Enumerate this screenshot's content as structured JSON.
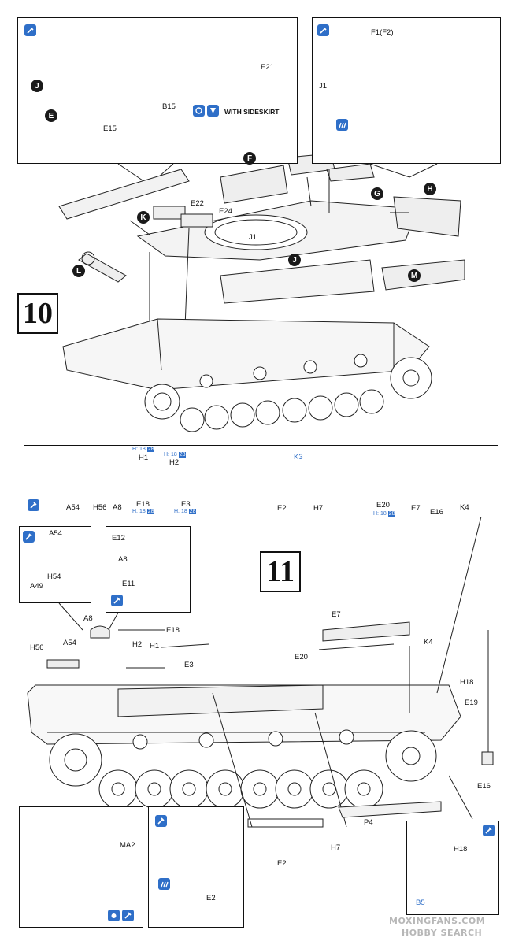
{
  "steps": {
    "step10": "10",
    "step11": "11"
  },
  "step10": {
    "inset_left_labels": {
      "E21": "E21",
      "B15": "B15",
      "E15": "E15",
      "E": "E",
      "J": "J"
    },
    "with_sideskirt": "WITH SIDESKIRT",
    "inset_right_labels": {
      "F1F2": "F1(F2)",
      "J1": "J1"
    },
    "main_labels": {
      "F": "F",
      "G": "G",
      "H": "H",
      "K": "K",
      "E22": "E22",
      "E24": "E24",
      "J1": "J1",
      "J": "J",
      "L": "L",
      "M": "M"
    }
  },
  "step11": {
    "top_inset": {
      "H1": "H1",
      "H2": "H2",
      "K3": "K3",
      "A54": "A54",
      "H56": "H56",
      "A8": "A8",
      "E18": "E18",
      "E3": "E3",
      "E2": "E2",
      "H7": "H7",
      "E20": "E20",
      "E7": "E7",
      "E16": "E16",
      "K4": "K4",
      "badge_main": "H: 18",
      "badge_num": "28"
    },
    "small_insets": {
      "A54": "A54",
      "A49": "A49",
      "H54": "H54",
      "E12": "E12",
      "A8": "A8",
      "E11": "E11"
    },
    "main_labels": {
      "E7": "E7",
      "K4": "K4",
      "E20": "E20",
      "H18": "H18",
      "E19": "E19",
      "E16": "E16",
      "A8": "A8",
      "E18": "E18",
      "H56": "H56",
      "A54": "A54",
      "H2": "H2",
      "H1": "H1",
      "E3": "E3",
      "P4": "P4",
      "H7": "H7",
      "E2": "E2"
    },
    "bottom_insets": {
      "MA2": "MA2",
      "E2": "E2",
      "H18": "H18",
      "B5": "B5"
    }
  },
  "watermark": {
    "line1": "MOXINGFANS.COM",
    "line2": "HOBBY SEARCH"
  }
}
